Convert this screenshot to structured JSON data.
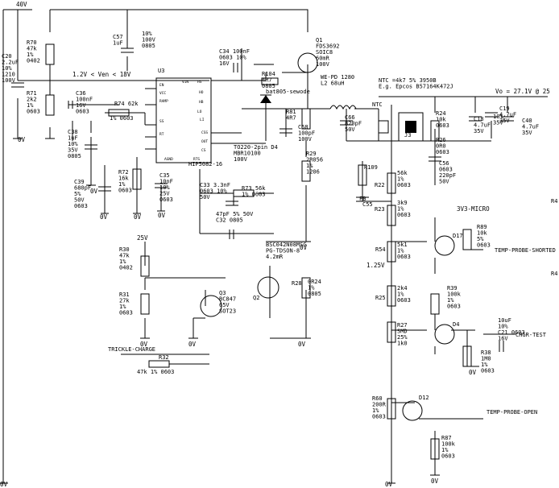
{
  "rails": {
    "top": "40V",
    "vin_range": "1.2V < Ven < 18V",
    "vo": "Vo = 27.1V @ 25",
    "gnd": "0V",
    "v25": "25V",
    "v125": "1.25V",
    "v33": "3V3-MICRO"
  },
  "parts": [
    {
      "id": "r70",
      "lines": [
        "R70",
        "47k",
        "1%",
        "0402"
      ]
    },
    {
      "id": "c20",
      "lines": [
        "C20",
        "2.2uF",
        "10%",
        "1210",
        "100V"
      ]
    },
    {
      "id": "r71",
      "lines": [
        "R71",
        "2k2",
        "1%",
        "0603"
      ]
    },
    {
      "id": "c57",
      "lines": [
        "C57",
        "1uF"
      ]
    },
    {
      "id": "c57v",
      "lines": [
        "10%",
        "100V",
        "0805"
      ]
    },
    {
      "id": "c36",
      "lines": [
        "C36",
        "100nF",
        "16V",
        "0603"
      ]
    },
    {
      "id": "r74",
      "lines": [
        "R74 62k"
      ]
    },
    {
      "id": "r74b",
      "lines": [
        "1%  0603"
      ]
    },
    {
      "id": "c38",
      "lines": [
        "C38",
        "1uF",
        "10%",
        "35V",
        "0805"
      ]
    },
    {
      "id": "c39",
      "lines": [
        "C39",
        "680pF",
        "5%",
        "50V",
        "0603"
      ]
    },
    {
      "id": "r72",
      "lines": [
        "R72",
        "16k",
        "1%",
        "0603"
      ]
    },
    {
      "id": "c35",
      "lines": [
        "C35",
        "10nF",
        "10%",
        "25V",
        "0603"
      ]
    },
    {
      "id": "u3",
      "lines": [
        "U3"
      ]
    },
    {
      "id": "u3p",
      "lines": [
        "HIP5082-16"
      ]
    },
    {
      "id": "c34",
      "lines": [
        "C34 100nF",
        "0603 10%",
        "16V"
      ]
    },
    {
      "id": "r104",
      "lines": [
        "R104",
        "4R7",
        "0805"
      ]
    },
    {
      "id": "q1",
      "lines": [
        "Q1",
        "FDS3692",
        "SOIC8",
        "60mR",
        "100V"
      ]
    },
    {
      "id": "d4",
      "lines": [
        "TO220-2pin D4",
        "MBR10100",
        "100V"
      ]
    },
    {
      "id": "bat",
      "lines": [
        "bat805-sewode"
      ]
    },
    {
      "id": "l2",
      "lines": [
        "WE-PD 1280",
        "L2   68uH"
      ]
    },
    {
      "id": "ntc",
      "lines": [
        "NTC =4k7 5% 3950B",
        "E.g. Epcos  B57164K472J"
      ]
    },
    {
      "id": "r81",
      "lines": [
        "R81",
        "4R7"
      ]
    },
    {
      "id": "c58",
      "lines": [
        "C58",
        "100pF",
        "100V"
      ]
    },
    {
      "id": "c66",
      "lines": [
        "C66",
        "820pF",
        "50V"
      ]
    },
    {
      "id": "ntcl",
      "lines": [
        "NTC"
      ]
    },
    {
      "id": "j3",
      "lines": [
        "J3"
      ]
    },
    {
      "id": "r24",
      "lines": [
        "R24",
        "10k",
        "0603"
      ]
    },
    {
      "id": "r26",
      "lines": [
        "R26",
        "0R0",
        "0603"
      ]
    },
    {
      "id": "c18",
      "lines": [
        "C18",
        "4.7uF",
        "35V"
      ]
    },
    {
      "id": "c19",
      "lines": [
        "C19",
        "4.7uF",
        "35V"
      ]
    },
    {
      "id": "c19t",
      "lines": [
        "10%",
        "35V"
      ]
    },
    {
      "id": "c40",
      "lines": [
        "C40",
        "4.7uF",
        "35V"
      ]
    },
    {
      "id": "c56",
      "lines": [
        "C56",
        "0603",
        "220pF",
        "50V"
      ]
    },
    {
      "id": "r29",
      "lines": [
        "R29",
        "2R056",
        "1%",
        "1206"
      ]
    },
    {
      "id": "r109",
      "lines": [
        "R109"
      ]
    },
    {
      "id": "r22",
      "lines": [
        "R22"
      ]
    },
    {
      "id": "r22v",
      "lines": [
        "56k",
        "1%",
        "0603"
      ]
    },
    {
      "id": "c55",
      "lines": [
        "C55"
      ]
    },
    {
      "id": "r23",
      "lines": [
        "R23"
      ]
    },
    {
      "id": "r23v",
      "lines": [
        "3k9",
        "1%",
        "0603"
      ]
    },
    {
      "id": "c33",
      "lines": [
        "C33 3.3nF",
        "0603 10%",
        "50V"
      ]
    },
    {
      "id": "r73",
      "lines": [
        "R73 56k",
        "1% 0603"
      ]
    },
    {
      "id": "c32",
      "lines": [
        "47pF  5% 50V",
        "C32 0805"
      ]
    },
    {
      "id": "q2",
      "lines": [
        "BSC042N08MSG",
        "PG-TDSON-8",
        "4.2mR"
      ]
    },
    {
      "id": "q2l",
      "lines": [
        "Q2"
      ]
    },
    {
      "id": "r28",
      "lines": [
        "R28"
      ]
    },
    {
      "id": "r28v",
      "lines": [
        "0R24",
        "1%",
        "0805"
      ]
    },
    {
      "id": "r30",
      "lines": [
        "R30",
        "47k",
        "1%",
        "0402"
      ]
    },
    {
      "id": "r31",
      "lines": [
        "R31",
        "27k",
        "1%",
        "0603"
      ]
    },
    {
      "id": "q3",
      "lines": [
        "Q3",
        "BC847",
        "65V",
        "SOT23"
      ]
    },
    {
      "id": "trickle",
      "lines": [
        "TRICKLE-CHARGE"
      ]
    },
    {
      "id": "r32",
      "lines": [
        "R32"
      ]
    },
    {
      "id": "r32v",
      "lines": [
        "47k   1% 0603"
      ]
    },
    {
      "id": "r54",
      "lines": [
        "R54"
      ]
    },
    {
      "id": "r54v",
      "lines": [
        "5k1",
        "1%",
        "0603"
      ]
    },
    {
      "id": "r25",
      "lines": [
        "R25"
      ]
    },
    {
      "id": "r25v",
      "lines": [
        "2k4",
        "1%",
        "0603"
      ]
    },
    {
      "id": "r27",
      "lines": [
        "R27",
        "SMD",
        "25%",
        "1k0"
      ]
    },
    {
      "id": "d17",
      "lines": [
        "D17"
      ]
    },
    {
      "id": "r89",
      "lines": [
        "R89",
        "10k",
        "5%",
        "0603"
      ]
    },
    {
      "id": "tps",
      "lines": [
        "TEMP-PROBE-SHORTED"
      ]
    },
    {
      "id": "r39",
      "lines": [
        "R39",
        "100k",
        "1%",
        "0603"
      ]
    },
    {
      "id": "d4b",
      "lines": [
        "D4"
      ]
    },
    {
      "id": "c21",
      "lines": [
        "10uF",
        "10%",
        "C21 0603",
        "16V"
      ]
    },
    {
      "id": "chg",
      "lines": [
        "CHGR-TEST"
      ]
    },
    {
      "id": "r38",
      "lines": [
        "R38",
        "1M0",
        "1%",
        "0603"
      ]
    },
    {
      "id": "r60",
      "lines": [
        "R60",
        "200R",
        "1%",
        "0603"
      ]
    },
    {
      "id": "d12",
      "lines": [
        "D12"
      ]
    },
    {
      "id": "tpo",
      "lines": [
        "TEMP-PROBE-OPEN"
      ]
    },
    {
      "id": "r87",
      "lines": [
        "R87",
        "100k",
        "1%",
        "0603"
      ]
    },
    {
      "id": "r4a",
      "lines": [
        "R4"
      ]
    },
    {
      "id": "r4b",
      "lines": [
        "R4"
      ]
    },
    {
      "id": "fb",
      "lines": [
        "FB"
      ]
    }
  ],
  "ic_pins": [
    "EN",
    "VIN",
    "VCC",
    "RAMP",
    "SS",
    "RT",
    "LO",
    "LI",
    "HS",
    "HO",
    "HB",
    "CSS",
    "OUT",
    "CS",
    "RTS",
    "AGND"
  ]
}
